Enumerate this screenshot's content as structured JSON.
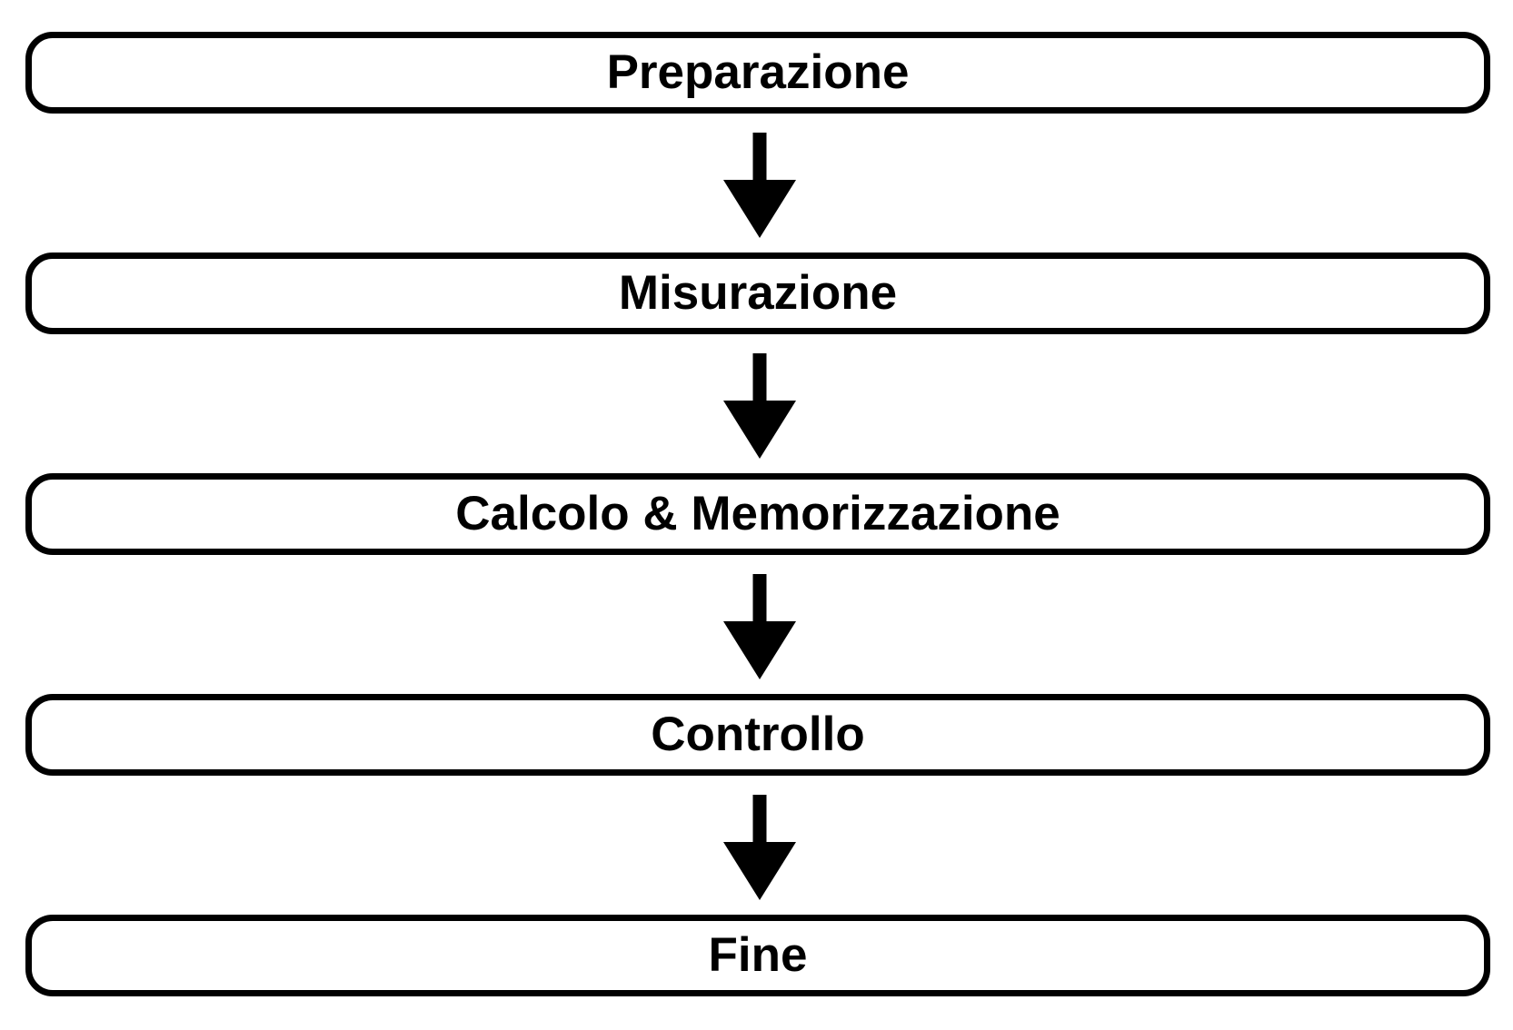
{
  "diagram": {
    "type": "flowchart",
    "direction": "top-down",
    "background_color": "#ffffff",
    "node_style": {
      "fill": "#ffffff",
      "border_color": "#000000",
      "text_color": "#000000"
    },
    "nodes": [
      {
        "id": "preparazione",
        "label": "Preparazione"
      },
      {
        "id": "misurazione",
        "label": "Misurazione"
      },
      {
        "id": "calcolo-memorizzazione",
        "label": "Calcolo & Memorizzazione"
      },
      {
        "id": "controllo",
        "label": "Controllo"
      },
      {
        "id": "fine",
        "label": "Fine"
      }
    ],
    "connectors": [
      {
        "from": "preparazione",
        "to": "misurazione",
        "icon": "arrow-down-icon",
        "color": "#000000"
      },
      {
        "from": "misurazione",
        "to": "calcolo-memorizzazione",
        "icon": "arrow-down-icon",
        "color": "#000000"
      },
      {
        "from": "calcolo-memorizzazione",
        "to": "controllo",
        "icon": "arrow-down-icon",
        "color": "#000000"
      },
      {
        "from": "controllo",
        "to": "fine",
        "icon": "arrow-down-icon",
        "color": "#000000"
      }
    ]
  }
}
